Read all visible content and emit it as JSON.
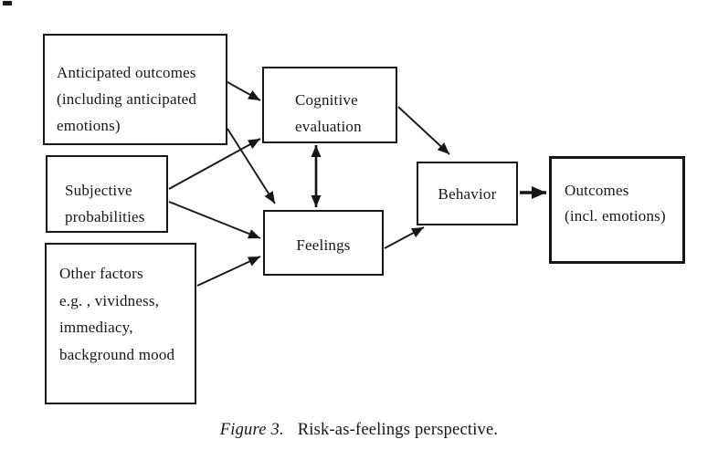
{
  "colors": {
    "ink": "#161616",
    "paper": "#ffffff"
  },
  "boxes": {
    "anticipated_outcomes": {
      "lines": [
        "Anticipated outcomes",
        "(including anticipated",
        "emotions)"
      ]
    },
    "subjective_probabilities": {
      "lines": [
        "Subjective",
        "probabilities"
      ]
    },
    "other_factors": {
      "lines": [
        "Other factors",
        "e.g. , vividness,",
        "immediacy,",
        "background mood"
      ]
    },
    "cognitive_evaluation": {
      "lines": [
        "Cognitive",
        "evaluation"
      ]
    },
    "feelings": {
      "lines": [
        "Feelings"
      ]
    },
    "behavior": {
      "lines": [
        "Behavior"
      ]
    },
    "outcomes": {
      "lines": [
        "Outcomes",
        "(incl. emotions)"
      ]
    }
  },
  "edges": [
    {
      "from": "anticipated-outcomes",
      "to": "cognitive-evaluation",
      "type": "single"
    },
    {
      "from": "anticipated-outcomes",
      "to": "feelings",
      "type": "single"
    },
    {
      "from": "subjective-probabilities",
      "to": "cognitive-evaluation",
      "type": "single"
    },
    {
      "from": "subjective-probabilities",
      "to": "feelings",
      "type": "single"
    },
    {
      "from": "other-factors",
      "to": "feelings",
      "type": "single"
    },
    {
      "from": "cognitive-evaluation",
      "to": "feelings",
      "type": "double-headed"
    },
    {
      "from": "cognitive-evaluation",
      "to": "behavior",
      "type": "single"
    },
    {
      "from": "feelings",
      "to": "behavior",
      "type": "single"
    },
    {
      "from": "behavior",
      "to": "outcomes",
      "type": "bold"
    }
  ],
  "caption": {
    "label": "Figure 3.",
    "text": "Risk-as-feelings perspective."
  }
}
